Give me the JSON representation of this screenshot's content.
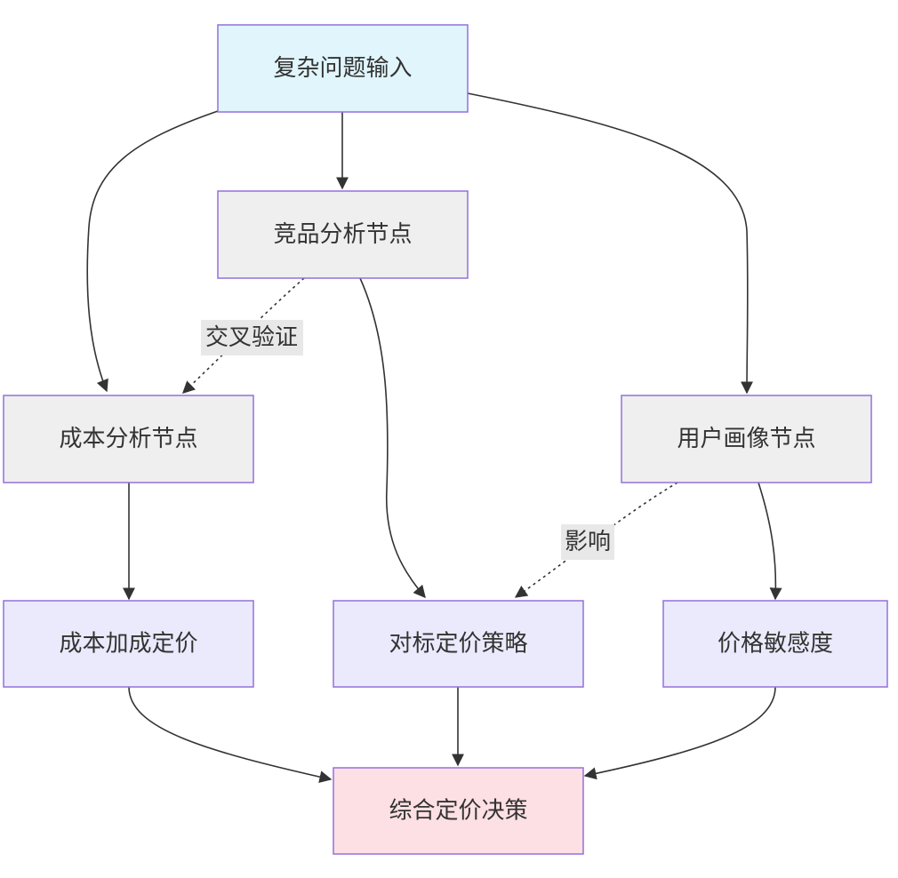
{
  "nodes": {
    "input": {
      "label": "复杂问题输入",
      "fill": "#e0f5fc"
    },
    "competitor": {
      "label": "竞品分析节点",
      "fill": "#efefef"
    },
    "cost": {
      "label": "成本分析节点",
      "fill": "#efefef"
    },
    "user": {
      "label": "用户画像节点",
      "fill": "#efefef"
    },
    "cost_plus": {
      "label": "成本加成定价",
      "fill": "#eaeafc"
    },
    "benchmark": {
      "label": "对标定价策略",
      "fill": "#eaeafc"
    },
    "sensitivity": {
      "label": "价格敏感度",
      "fill": "#eaeafc"
    },
    "decision": {
      "label": "综合定价决策",
      "fill": "#fde0e4"
    }
  },
  "edge_labels": {
    "cross_validate": "交叉验证",
    "influence": "影响"
  },
  "colors": {
    "border": "#9370DB",
    "edge": "#333333",
    "text": "#333333",
    "edge_label_bg": "#e8e8e8"
  }
}
